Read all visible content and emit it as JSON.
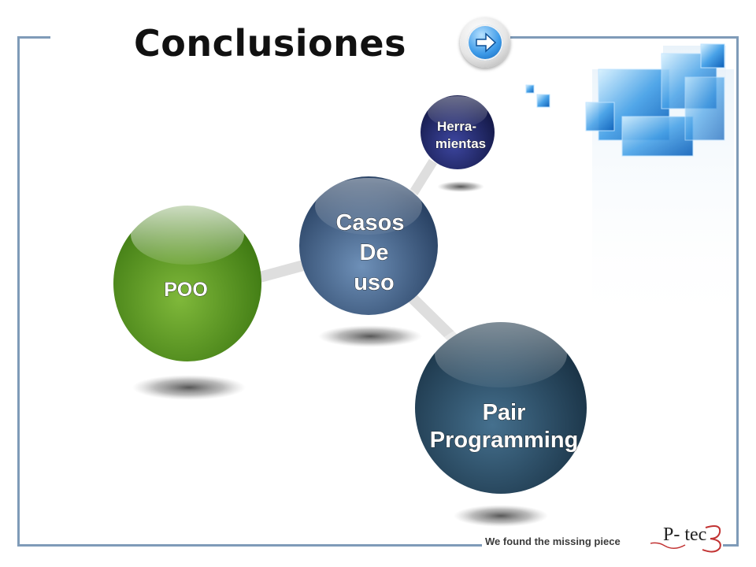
{
  "slide": {
    "title": "Conclusiones",
    "footer": "We found the missing piece",
    "logo_text": "P- tec"
  },
  "bubbles": [
    {
      "id": "poo",
      "lines": [
        "POO"
      ],
      "color": "#6fa12b"
    },
    {
      "id": "casos",
      "lines": [
        "Casos",
        "De",
        "uso"
      ],
      "color": "#4a6a8e"
    },
    {
      "id": "herramientas",
      "lines": [
        "Herra-",
        "mientas"
      ],
      "color": "#242a6a"
    },
    {
      "id": "pair",
      "lines": [
        "Pair",
        "Programming"
      ],
      "color": "#2e5168"
    }
  ],
  "icons": {
    "nav": "arrow-right-icon",
    "logo": "p-tec-logo"
  },
  "colors": {
    "frame": "#7f9bb8",
    "accent": "#3d9ae8"
  }
}
